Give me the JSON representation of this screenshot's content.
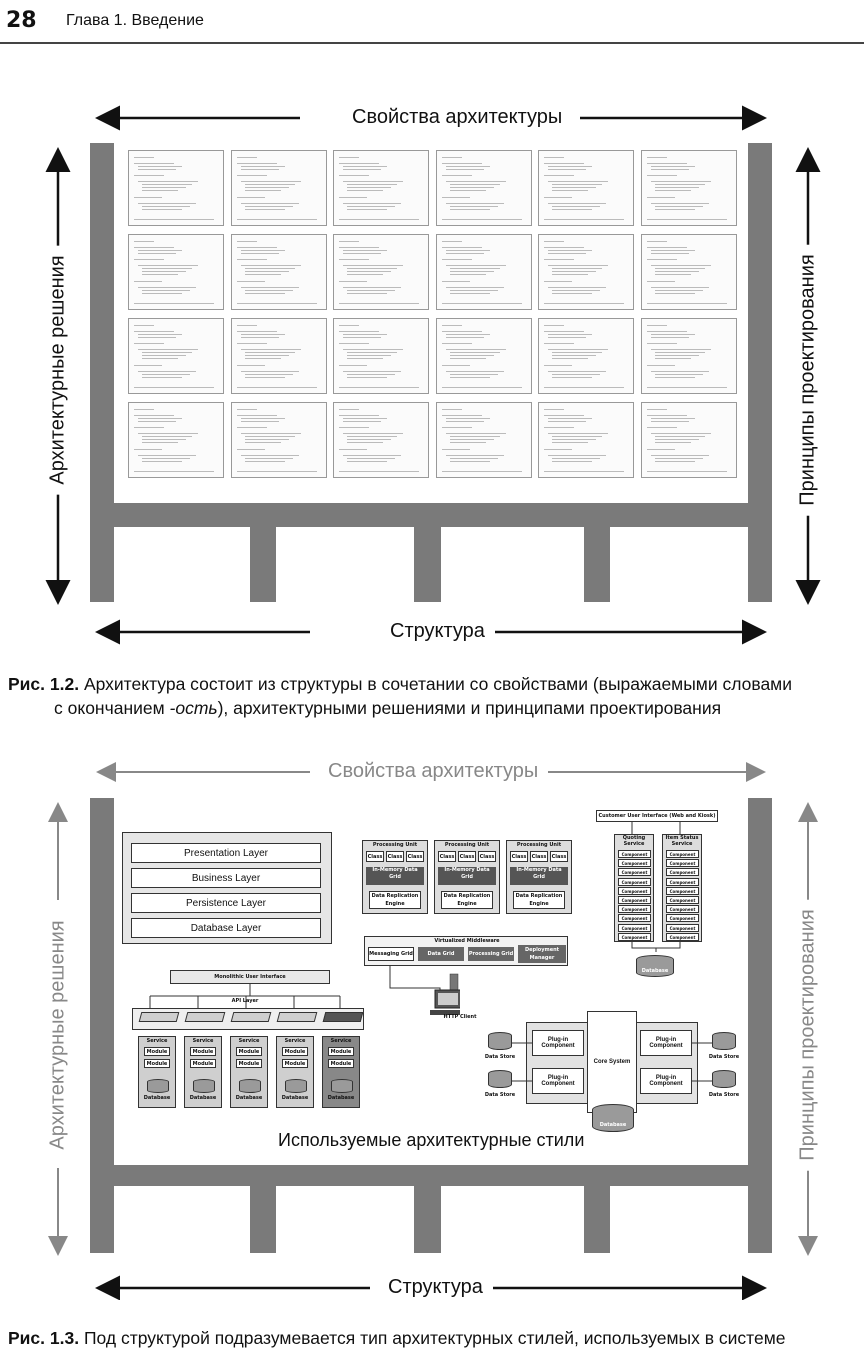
{
  "header": {
    "page_number": "28",
    "running_head": "Глава 1. Введение"
  },
  "figure_1_2": {
    "top_label": "Свойства архитектуры",
    "bottom_label": "Структура",
    "left_label": "Архитектурные решения",
    "right_label": "Принципы проектирования",
    "thumbnail_rows": 4,
    "thumbnail_cols": 6
  },
  "caption_1_2": {
    "label": "Рис. 1.2.",
    "text_line1": "Архитектура состоит из структуры в сочетании со свойствами (выражаемыми словами",
    "text_line2_a": "с окончанием ",
    "text_line2_em": "-ость",
    "text_line2_b": "), архитектурными решениями и принципами проектирования"
  },
  "figure_1_3": {
    "top_label": "Свойства архитектуры",
    "bottom_label": "Структура",
    "left_label": "Архитектурные решения",
    "right_label": "Принципы проектирования",
    "center_label": "Используемые архитектурные стили",
    "layered": [
      "Presentation Layer",
      "Business Layer",
      "Persistence Layer",
      "Database Layer"
    ],
    "space_based": {
      "processing_unit": "Processing Unit",
      "class": "Class",
      "grid": "In-Memory Data Grid",
      "replication": "Data Replication Engine",
      "middleware": "Virtualized Middleware",
      "middleware_items": [
        "Messaging Grid",
        "Data Grid",
        "Processing Grid",
        "Deployment Manager"
      ],
      "client": "HTTP Client"
    },
    "microservices_ui": {
      "title": "Customer User Interface (Web and Kiosk)",
      "service_a": "Quoting Service",
      "service_b": "Item Status Service",
      "component": "Component",
      "database": "Database"
    },
    "soa": {
      "ui": "Monolithic User Interface",
      "api": "API Layer",
      "service": "Service",
      "module": "Module",
      "database": "Database"
    },
    "microkernel": {
      "core": "Core System",
      "plugin": "Plug-in Component",
      "data_store": "Data Store",
      "database": "Database"
    }
  },
  "caption_1_3": {
    "label": "Рис. 1.3.",
    "text": "Под структурой подразумевается тип архитектурных стилей, используемых в системе"
  }
}
